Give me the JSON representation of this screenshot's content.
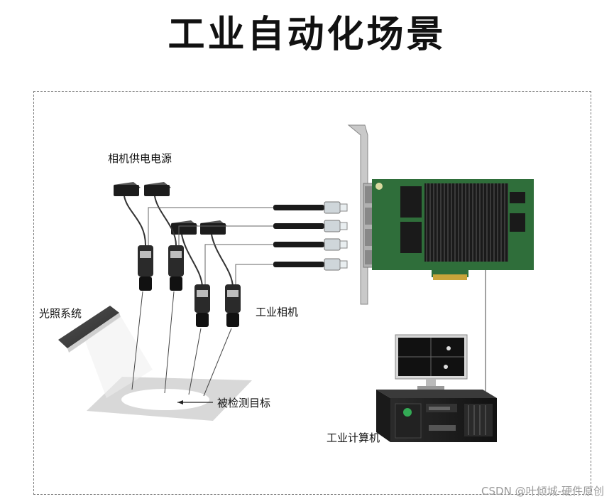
{
  "title": "工业自动化场景",
  "labels": {
    "camera_power": "相机供电电源",
    "lighting": "光照系统",
    "cameras": "工业相机",
    "target": "被检测目标",
    "computer": "工业计算机"
  },
  "watermark": "CSDN @叶倾城-硬件原创"
}
